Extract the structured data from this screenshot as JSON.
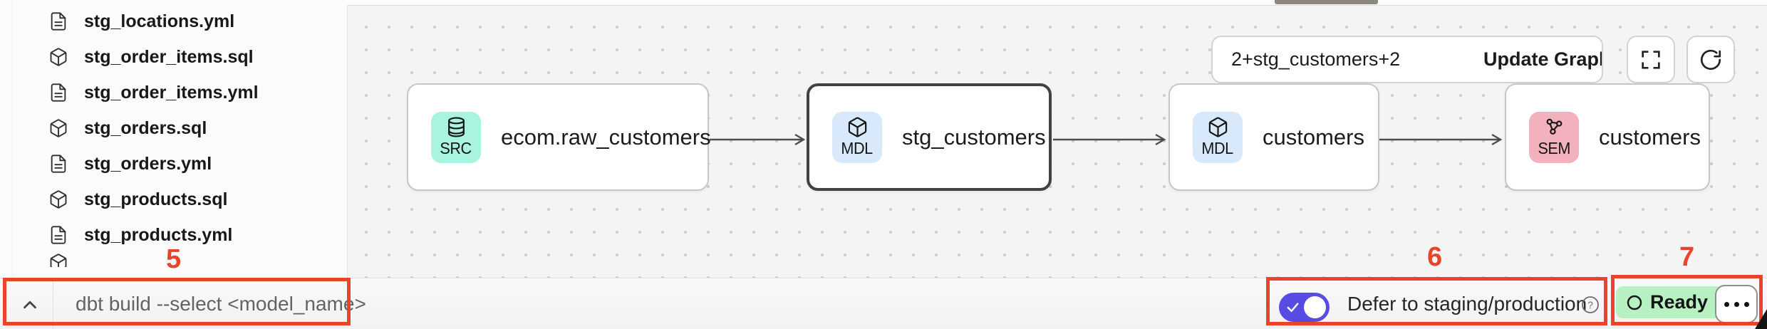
{
  "sidebar": {
    "files": [
      {
        "label": "stg_locations.yml",
        "type": "yml"
      },
      {
        "label": "stg_order_items.sql",
        "type": "sql"
      },
      {
        "label": "stg_order_items.yml",
        "type": "yml"
      },
      {
        "label": "stg_orders.sql",
        "type": "sql"
      },
      {
        "label": "stg_orders.yml",
        "type": "yml"
      },
      {
        "label": "stg_products.sql",
        "type": "sql"
      },
      {
        "label": "stg_products.yml",
        "type": "yml"
      },
      {
        "label": "",
        "type": "sql",
        "partial": true
      }
    ]
  },
  "lineage": {
    "selector_input": "2+stg_customers+2",
    "update_button": "Update Graph",
    "nodes": [
      {
        "badge": "SRC",
        "label": "ecom.raw_customers",
        "selected": false
      },
      {
        "badge": "MDL",
        "label": "stg_customers",
        "selected": true
      },
      {
        "badge": "MDL",
        "label": "customers",
        "selected": false
      },
      {
        "badge": "SEM",
        "label": "customers",
        "selected": false
      }
    ]
  },
  "bottom_bar": {
    "command_placeholder": "dbt build --select <model_name>",
    "defer_toggle_label": "Defer to staging/production",
    "defer_toggle_on": true,
    "status_label": "Ready"
  },
  "annotations": {
    "command": "5",
    "defer": "6",
    "status": "7"
  },
  "colors": {
    "src_badge": "#a9f4e0",
    "mdl_badge": "#d8e9fc",
    "sem_badge": "#f3b1bd",
    "toggle_on": "#584be4",
    "ready_bg": "#b7f1c1",
    "annotation": "#e8432b"
  }
}
